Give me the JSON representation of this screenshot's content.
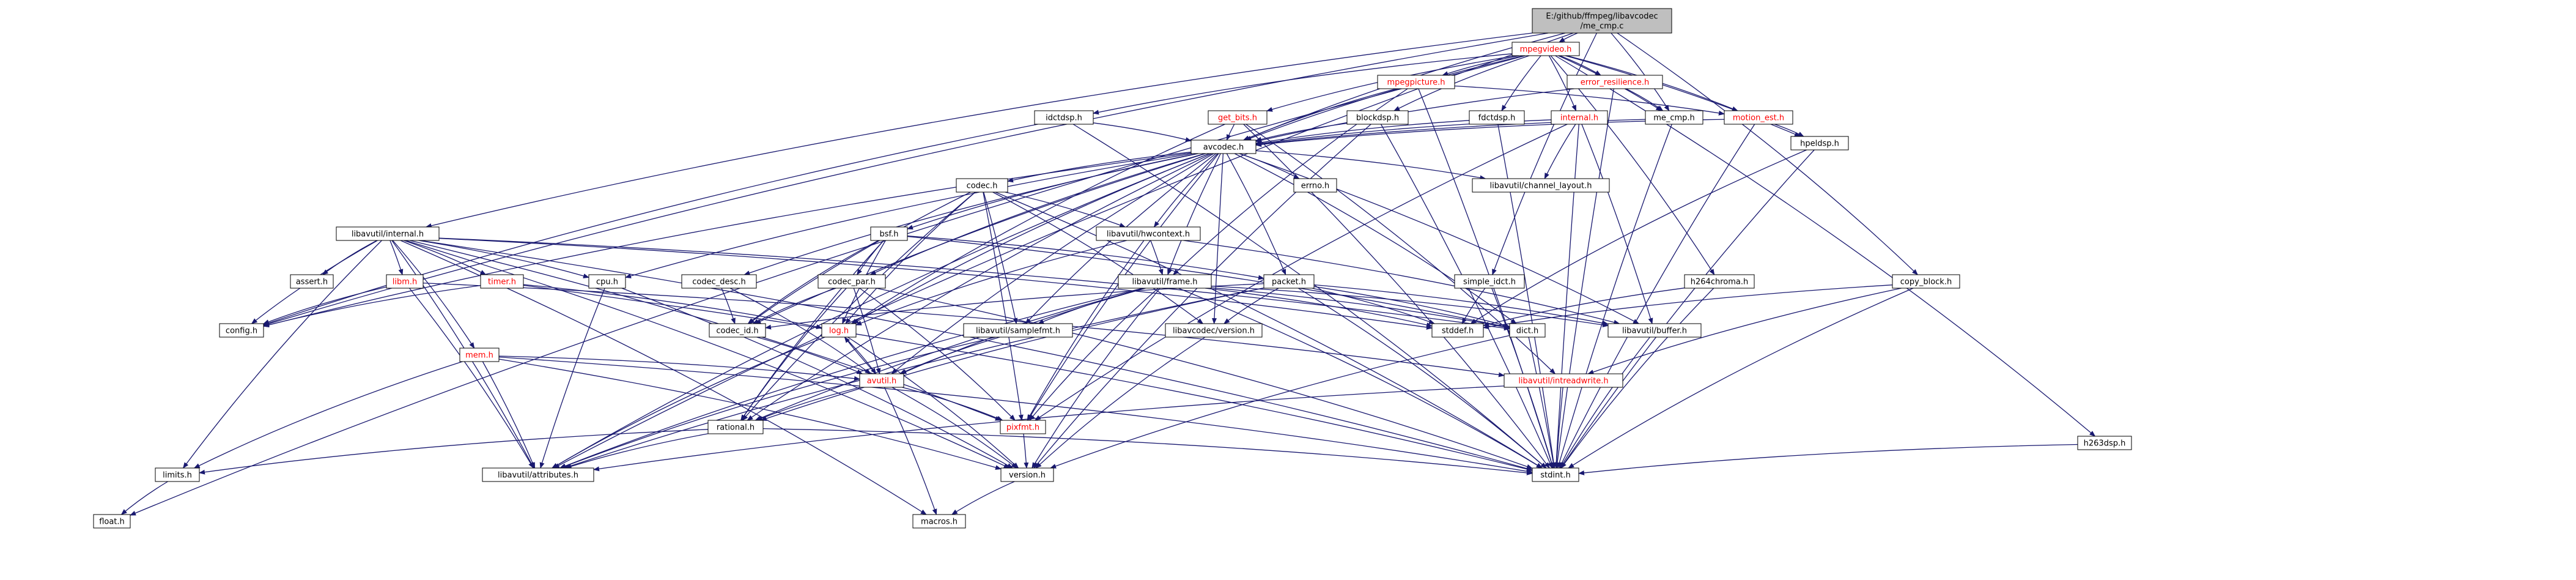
{
  "colors": {
    "edge": "#191970",
    "node_border": "#000000",
    "node_fill": "#ffffff",
    "root_fill": "#bfbfbf",
    "text_linked": "#ff0000",
    "text_plain": "#000000"
  },
  "nodes": [
    {
      "id": "root",
      "label": [
        "E:/github/ffmpeg/libavcodec",
        "/me_cmp.c"
      ],
      "root": true
    },
    {
      "id": "mpegvideo",
      "label": [
        "mpegvideo.h"
      ],
      "linked": true
    },
    {
      "id": "mpegpicture",
      "label": [
        "mpegpicture.h"
      ],
      "linked": true
    },
    {
      "id": "error_resilience",
      "label": [
        "error_resilience.h"
      ],
      "linked": true
    },
    {
      "id": "idctdsp",
      "label": [
        "idctdsp.h"
      ]
    },
    {
      "id": "get_bits",
      "label": [
        "get_bits.h"
      ],
      "linked": true
    },
    {
      "id": "blockdsp",
      "label": [
        "blockdsp.h"
      ]
    },
    {
      "id": "fdctdsp",
      "label": [
        "fdctdsp.h"
      ]
    },
    {
      "id": "internal",
      "label": [
        "internal.h"
      ],
      "linked": true
    },
    {
      "id": "me_cmp_h",
      "label": [
        "me_cmp.h"
      ]
    },
    {
      "id": "motion_est",
      "label": [
        "motion_est.h"
      ],
      "linked": true
    },
    {
      "id": "hpeldsp",
      "label": [
        "hpeldsp.h"
      ]
    },
    {
      "id": "avcodec",
      "label": [
        "avcodec.h"
      ]
    },
    {
      "id": "errno",
      "label": [
        "errno.h"
      ]
    },
    {
      "id": "channel_layout",
      "label": [
        "libavutil/channel_layout.h"
      ]
    },
    {
      "id": "codec",
      "label": [
        "codec.h"
      ]
    },
    {
      "id": "hwcontext",
      "label": [
        "libavutil/hwcontext.h"
      ]
    },
    {
      "id": "bsf",
      "label": [
        "bsf.h"
      ]
    },
    {
      "id": "lavu_internal",
      "label": [
        "libavutil/internal.h"
      ]
    },
    {
      "id": "assert",
      "label": [
        "assert.h"
      ]
    },
    {
      "id": "libm",
      "label": [
        "libm.h"
      ],
      "linked": true
    },
    {
      "id": "timer",
      "label": [
        "timer.h"
      ],
      "linked": true
    },
    {
      "id": "mem",
      "label": [
        "mem.h"
      ],
      "linked": true
    },
    {
      "id": "cpu",
      "label": [
        "cpu.h"
      ]
    },
    {
      "id": "codec_desc",
      "label": [
        "codec_desc.h"
      ]
    },
    {
      "id": "codec_par",
      "label": [
        "codec_par.h"
      ]
    },
    {
      "id": "frame",
      "label": [
        "libavutil/frame.h"
      ]
    },
    {
      "id": "packet",
      "label": [
        "packet.h"
      ]
    },
    {
      "id": "simple_idct",
      "label": [
        "simple_idct.h"
      ]
    },
    {
      "id": "h264chroma",
      "label": [
        "h264chroma.h"
      ]
    },
    {
      "id": "copy_block",
      "label": [
        "copy_block.h"
      ]
    },
    {
      "id": "h263dsp",
      "label": [
        "h263dsp.h"
      ]
    },
    {
      "id": "config",
      "label": [
        "config.h"
      ]
    },
    {
      "id": "codec_id",
      "label": [
        "codec_id.h"
      ]
    },
    {
      "id": "log",
      "label": [
        "log.h"
      ],
      "linked": true
    },
    {
      "id": "samplefmt",
      "label": [
        "libavutil/samplefmt.h"
      ]
    },
    {
      "id": "lavc_version",
      "label": [
        "libavcodec/version.h"
      ]
    },
    {
      "id": "stddef",
      "label": [
        "stddef.h"
      ]
    },
    {
      "id": "dict",
      "label": [
        "dict.h"
      ]
    },
    {
      "id": "buffer",
      "label": [
        "libavutil/buffer.h"
      ]
    },
    {
      "id": "avutil",
      "label": [
        "avutil.h"
      ],
      "linked": true
    },
    {
      "id": "intreadwrite",
      "label": [
        "libavutil/intreadwrite.h"
      ],
      "linked": true
    },
    {
      "id": "rational",
      "label": [
        "rational.h"
      ]
    },
    {
      "id": "pixfmt",
      "label": [
        "pixfmt.h"
      ],
      "linked": true
    },
    {
      "id": "limits",
      "label": [
        "limits.h"
      ]
    },
    {
      "id": "attributes",
      "label": [
        "libavutil/attributes.h"
      ]
    },
    {
      "id": "version",
      "label": [
        "version.h"
      ]
    },
    {
      "id": "stdint",
      "label": [
        "stdint.h"
      ]
    },
    {
      "id": "float",
      "label": [
        "float.h"
      ]
    },
    {
      "id": "macros",
      "label": [
        "macros.h"
      ]
    }
  ],
  "edges": [
    [
      "root",
      "mpegvideo"
    ],
    [
      "root",
      "avcodec"
    ],
    [
      "root",
      "me_cmp_h"
    ],
    [
      "root",
      "copy_block"
    ],
    [
      "root",
      "simple_idct"
    ],
    [
      "root",
      "lavu_internal"
    ],
    [
      "root",
      "config"
    ],
    [
      "root",
      "attributes"
    ],
    [
      "mpegvideo",
      "mpegpicture"
    ],
    [
      "mpegvideo",
      "error_resilience"
    ],
    [
      "mpegvideo",
      "idctdsp"
    ],
    [
      "mpegvideo",
      "get_bits"
    ],
    [
      "mpegvideo",
      "blockdsp"
    ],
    [
      "mpegvideo",
      "fdctdsp"
    ],
    [
      "mpegvideo",
      "internal"
    ],
    [
      "mpegvideo",
      "me_cmp_h"
    ],
    [
      "mpegvideo",
      "motion_est"
    ],
    [
      "mpegvideo",
      "hpeldsp"
    ],
    [
      "mpegvideo",
      "h264chroma"
    ],
    [
      "mpegvideo",
      "h263dsp"
    ],
    [
      "mpegvideo",
      "avcodec"
    ],
    [
      "mpegvideo",
      "float"
    ],
    [
      "mpegpicture",
      "avcodec"
    ],
    [
      "mpegpicture",
      "motion_est"
    ],
    [
      "mpegpicture",
      "frame"
    ],
    [
      "mpegpicture",
      "stdint"
    ],
    [
      "error_resilience",
      "me_cmp_h"
    ],
    [
      "error_resilience",
      "stdint"
    ],
    [
      "error_resilience",
      "avcodec"
    ],
    [
      "idctdsp",
      "avcodec"
    ],
    [
      "idctdsp",
      "config"
    ],
    [
      "idctdsp",
      "stdint"
    ],
    [
      "get_bits",
      "avcodec"
    ],
    [
      "get_bits",
      "intreadwrite"
    ],
    [
      "get_bits",
      "stdint"
    ],
    [
      "get_bits",
      "log"
    ],
    [
      "blockdsp",
      "avcodec"
    ],
    [
      "blockdsp",
      "stdint"
    ],
    [
      "blockdsp",
      "version"
    ],
    [
      "fdctdsp",
      "avcodec"
    ],
    [
      "fdctdsp",
      "stdint"
    ],
    [
      "internal",
      "avcodec"
    ],
    [
      "internal",
      "buffer"
    ],
    [
      "internal",
      "channel_layout"
    ],
    [
      "internal",
      "stdint"
    ],
    [
      "internal",
      "pixfmt"
    ],
    [
      "me_cmp_h",
      "avcodec"
    ],
    [
      "me_cmp_h",
      "stdint"
    ],
    [
      "motion_est",
      "avcodec"
    ],
    [
      "motion_est",
      "hpeldsp"
    ],
    [
      "motion_est",
      "stdint"
    ],
    [
      "hpeldsp",
      "stdint"
    ],
    [
      "hpeldsp",
      "stddef"
    ],
    [
      "avcodec",
      "errno"
    ],
    [
      "avcodec",
      "channel_layout"
    ],
    [
      "avcodec",
      "codec"
    ],
    [
      "avcodec",
      "hwcontext"
    ],
    [
      "avcodec",
      "bsf"
    ],
    [
      "avcodec",
      "cpu"
    ],
    [
      "avcodec",
      "codec_desc"
    ],
    [
      "avcodec",
      "codec_par"
    ],
    [
      "avcodec",
      "frame"
    ],
    [
      "avcodec",
      "packet"
    ],
    [
      "avcodec",
      "samplefmt"
    ],
    [
      "avcodec",
      "attributes"
    ],
    [
      "avcodec",
      "avutil"
    ],
    [
      "avcodec",
      "buffer"
    ],
    [
      "avcodec",
      "dict"
    ],
    [
      "avcodec",
      "log"
    ],
    [
      "avcodec",
      "pixfmt"
    ],
    [
      "avcodec",
      "rational"
    ],
    [
      "avcodec",
      "lavc_version"
    ],
    [
      "avcodec",
      "codec_id"
    ],
    [
      "avcodec",
      "config"
    ],
    [
      "codec",
      "hwcontext"
    ],
    [
      "codec",
      "log"
    ],
    [
      "codec",
      "pixfmt"
    ],
    [
      "codec",
      "rational"
    ],
    [
      "codec",
      "samplefmt"
    ],
    [
      "codec",
      "codec_id"
    ],
    [
      "codec",
      "lavc_version"
    ],
    [
      "codec",
      "stdint"
    ],
    [
      "hwcontext",
      "buffer"
    ],
    [
      "hwcontext",
      "frame"
    ],
    [
      "hwcontext",
      "log"
    ],
    [
      "hwcontext",
      "pixfmt"
    ],
    [
      "bsf",
      "dict"
    ],
    [
      "bsf",
      "log"
    ],
    [
      "bsf",
      "rational"
    ],
    [
      "bsf",
      "codec_id"
    ],
    [
      "bsf",
      "codec_par"
    ],
    [
      "bsf",
      "packet"
    ],
    [
      "lavu_internal",
      "assert"
    ],
    [
      "lavu_internal",
      "libm"
    ],
    [
      "lavu_internal",
      "timer"
    ],
    [
      "lavu_internal",
      "mem"
    ],
    [
      "lavu_internal",
      "cpu"
    ],
    [
      "lavu_internal",
      "config"
    ],
    [
      "lavu_internal",
      "limits"
    ],
    [
      "lavu_internal",
      "stdint"
    ],
    [
      "lavu_internal",
      "stddef"
    ],
    [
      "lavu_internal",
      "attributes"
    ],
    [
      "lavu_internal",
      "dict"
    ],
    [
      "lavu_internal",
      "macros"
    ],
    [
      "lavu_internal",
      "pixfmt"
    ],
    [
      "lavu_internal",
      "version"
    ],
    [
      "libm",
      "config"
    ],
    [
      "libm",
      "attributes"
    ],
    [
      "libm",
      "intreadwrite"
    ],
    [
      "timer",
      "config"
    ],
    [
      "timer",
      "log"
    ],
    [
      "timer",
      "stdint"
    ],
    [
      "mem",
      "limits"
    ],
    [
      "mem",
      "stdint"
    ],
    [
      "mem",
      "attributes"
    ],
    [
      "mem",
      "avutil"
    ],
    [
      "mem",
      "version"
    ],
    [
      "cpu",
      "attributes"
    ],
    [
      "cpu",
      "version"
    ],
    [
      "codec_desc",
      "avutil"
    ],
    [
      "codec_desc",
      "codec_id"
    ],
    [
      "codec_par",
      "stdint"
    ],
    [
      "codec_par",
      "avutil"
    ],
    [
      "codec_par",
      "rational"
    ],
    [
      "codec_par",
      "pixfmt"
    ],
    [
      "codec_par",
      "codec_id"
    ],
    [
      "frame",
      "stddef"
    ],
    [
      "frame",
      "stdint"
    ],
    [
      "frame",
      "avutil"
    ],
    [
      "frame",
      "buffer"
    ],
    [
      "frame",
      "dict"
    ],
    [
      "frame",
      "rational"
    ],
    [
      "frame",
      "samplefmt"
    ],
    [
      "frame",
      "pixfmt"
    ],
    [
      "frame",
      "version"
    ],
    [
      "frame",
      "attributes"
    ],
    [
      "packet",
      "stddef"
    ],
    [
      "packet",
      "stdint"
    ],
    [
      "packet",
      "attributes"
    ],
    [
      "packet",
      "buffer"
    ],
    [
      "packet",
      "dict"
    ],
    [
      "packet",
      "rational"
    ],
    [
      "packet",
      "codec_id"
    ],
    [
      "packet",
      "lavc_version"
    ],
    [
      "simple_idct",
      "stddef"
    ],
    [
      "simple_idct",
      "stdint"
    ],
    [
      "h264chroma",
      "stdint"
    ],
    [
      "h264chroma",
      "stddef"
    ],
    [
      "copy_block",
      "stdint"
    ],
    [
      "copy_block",
      "stddef"
    ],
    [
      "copy_block",
      "intreadwrite"
    ],
    [
      "h263dsp",
      "stdint"
    ],
    [
      "codec_id",
      "avutil"
    ],
    [
      "log",
      "avutil"
    ],
    [
      "log",
      "attributes"
    ],
    [
      "log",
      "version"
    ],
    [
      "samplefmt",
      "avutil"
    ],
    [
      "samplefmt",
      "attributes"
    ],
    [
      "lavc_version",
      "version"
    ],
    [
      "dict",
      "stdint"
    ],
    [
      "dict",
      "version"
    ],
    [
      "buffer",
      "stdint"
    ],
    [
      "avutil",
      "rational"
    ],
    [
      "avutil",
      "pixfmt"
    ],
    [
      "avutil",
      "macros"
    ],
    [
      "avutil",
      "version"
    ],
    [
      "avutil",
      "log"
    ],
    [
      "intreadwrite",
      "stdint"
    ],
    [
      "intreadwrite",
      "attributes"
    ],
    [
      "rational",
      "stdint"
    ],
    [
      "rational",
      "limits"
    ],
    [
      "rational",
      "attributes"
    ],
    [
      "pixfmt",
      "version"
    ],
    [
      "limits",
      "float"
    ],
    [
      "version",
      "macros"
    ]
  ]
}
